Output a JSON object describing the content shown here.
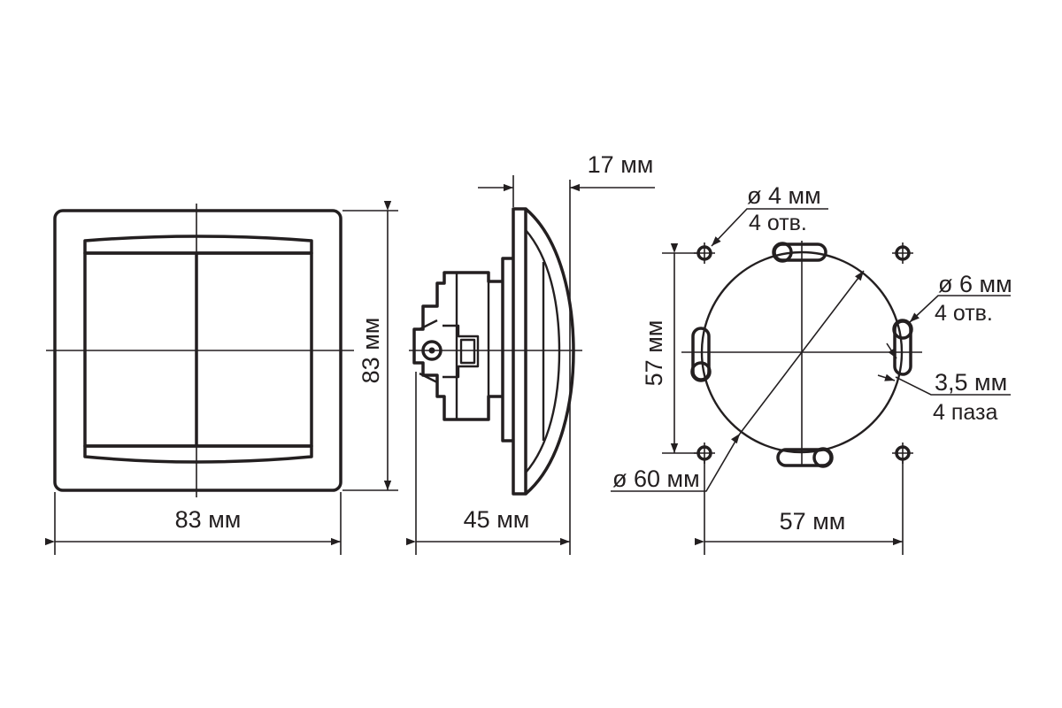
{
  "front_view": {
    "width_label": "83 мм",
    "height_label": "83 мм"
  },
  "side_view": {
    "depth_label": "45 мм",
    "frame_label": "17 мм"
  },
  "mounting_view": {
    "hole_small_diameter": "ø 4 мм",
    "hole_small_count": "4 отв.",
    "hole_large_diameter": "ø 6 мм",
    "hole_large_count": "4 отв.",
    "slot_width": "3,5 мм",
    "slot_count": "4 паза",
    "circle_diameter": "ø 60 мм",
    "vertical_spacing": "57 мм",
    "horizontal_spacing": "57 мм"
  }
}
